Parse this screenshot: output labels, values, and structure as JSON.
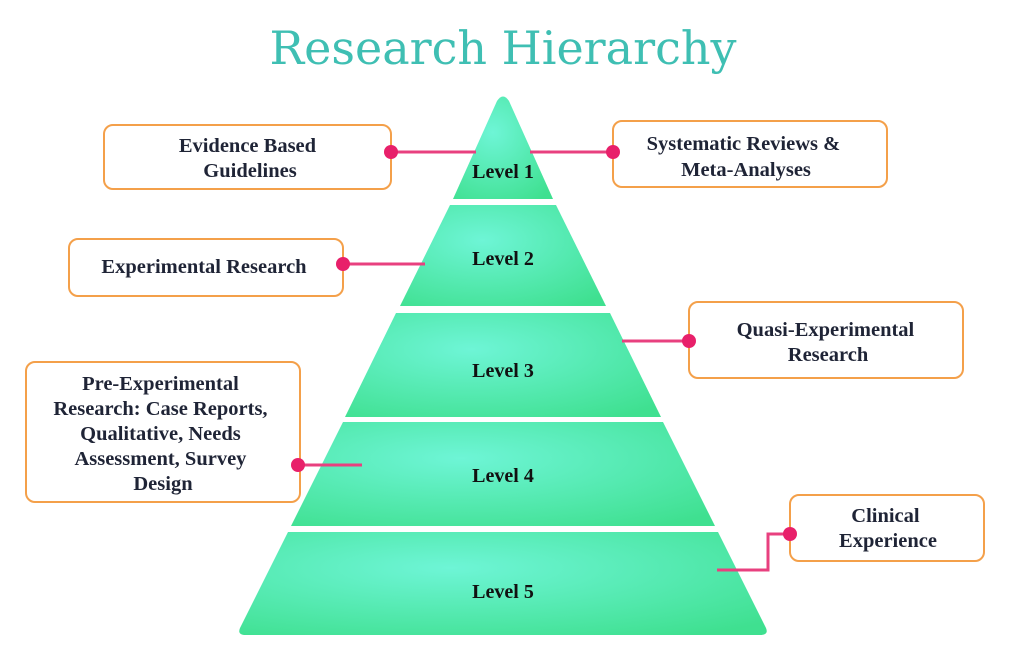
{
  "title": "Research Hierarchy",
  "colors": {
    "title": "#3fbfb3",
    "tier_light": "#6ef5d6",
    "tier_dark": "#3fe090",
    "box_border": "#f4a04a",
    "connector": "#e8407f"
  },
  "levels": [
    "Level 1",
    "Level 2",
    "Level 3",
    "Level 4",
    "Level 5"
  ],
  "labels": {
    "evidence": [
      "Evidence Based",
      "Guidelines"
    ],
    "systematic": [
      "Systematic Reviews &",
      "Meta-Analyses"
    ],
    "experimental": [
      "Experimental Research"
    ],
    "quasi": [
      "Quasi-Experimental",
      "Research"
    ],
    "pre": [
      "Pre-Experimental",
      "Research: Case Reports,",
      "Qualitative, Needs",
      "Assessment, Survey",
      "Design"
    ],
    "clinical": [
      "Clinical",
      "Experience"
    ]
  }
}
